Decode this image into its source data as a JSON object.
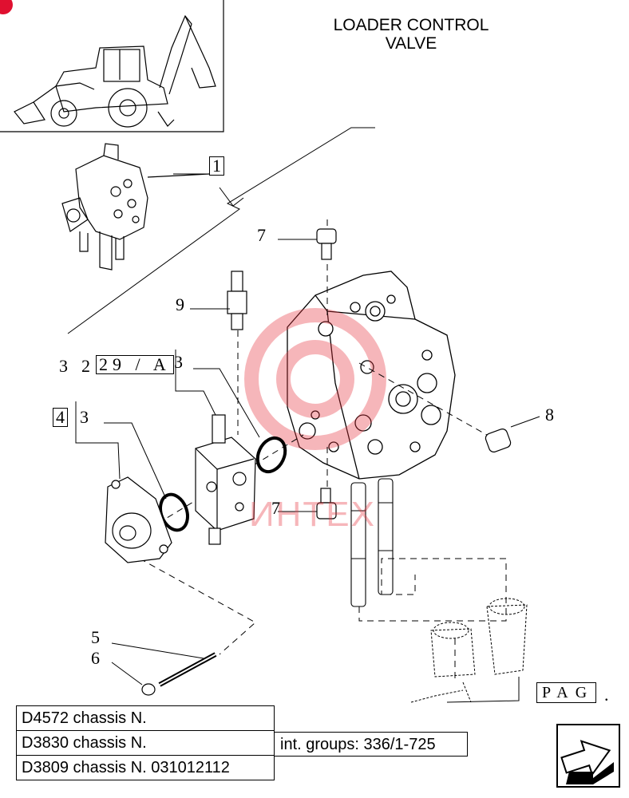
{
  "title": {
    "line1": "LOADER CONTROL",
    "line2": "VALVE"
  },
  "watermark": "ИНТЕХ",
  "callouts": {
    "c1": "1",
    "c7_top": "7",
    "c9": "9",
    "c8": "8",
    "c3_left_a": "3",
    "c3_left_b": "2",
    "c29a": "29 / A",
    "c3_mid": "3",
    "c4": "4",
    "c3_oring": "3",
    "c7_bottom": "7",
    "c5": "5",
    "c6": "6"
  },
  "reference": {
    "pag": "PAG",
    "pag_dot": "."
  },
  "chassis": [
    "D4572 chassis N.",
    "D3830 chassis N.",
    "D3809 chassis N. 031012112"
  ],
  "int_groups": "int. groups: 336/1-725",
  "icons": {
    "nav": "next-page-arrow-icon",
    "machine": "backhoe-loader-illustration",
    "valve": "valve-assembly-illustration"
  },
  "colors": {
    "watermark": "#e8323c",
    "badge": "#e01030"
  }
}
